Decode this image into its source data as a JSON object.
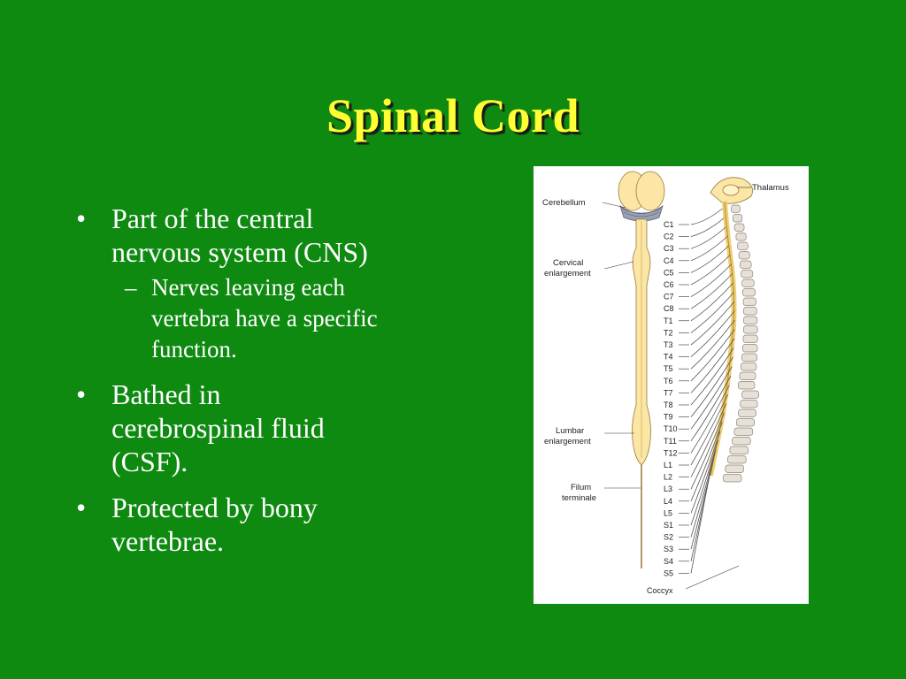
{
  "slide": {
    "title": "Spinal Cord",
    "bullets": [
      {
        "text_lines": [
          "Part of the central",
          "nervous system (CNS)"
        ],
        "sub": [
          {
            "text_lines": [
              "Nerves leaving each",
              "vertebra have a specific",
              "function."
            ]
          }
        ]
      },
      {
        "text_lines": [
          "Bathed in",
          "cerebrospinal fluid",
          "(CSF)."
        ]
      },
      {
        "text_lines": [
          "Protected by bony",
          "vertebrae."
        ]
      }
    ]
  },
  "figure": {
    "left_labels": {
      "cerebellum": "Cerebellum",
      "cervical": [
        "Cervical",
        "enlargement"
      ],
      "lumbar": [
        "Lumbar",
        "enlargement"
      ],
      "filum": [
        "Filum",
        "terminale"
      ]
    },
    "thalamus": "Thalamus",
    "segments": [
      "C1",
      "C2",
      "C3",
      "C4",
      "C5",
      "C6",
      "C7",
      "C8",
      "T1",
      "T2",
      "T3",
      "T4",
      "T5",
      "T6",
      "T7",
      "T8",
      "T9",
      "T10",
      "T11",
      "T12",
      "L1",
      "L2",
      "L3",
      "L4",
      "L5",
      "S1",
      "S2",
      "S3",
      "S4",
      "S5"
    ],
    "coccyx": "Coccyx"
  }
}
